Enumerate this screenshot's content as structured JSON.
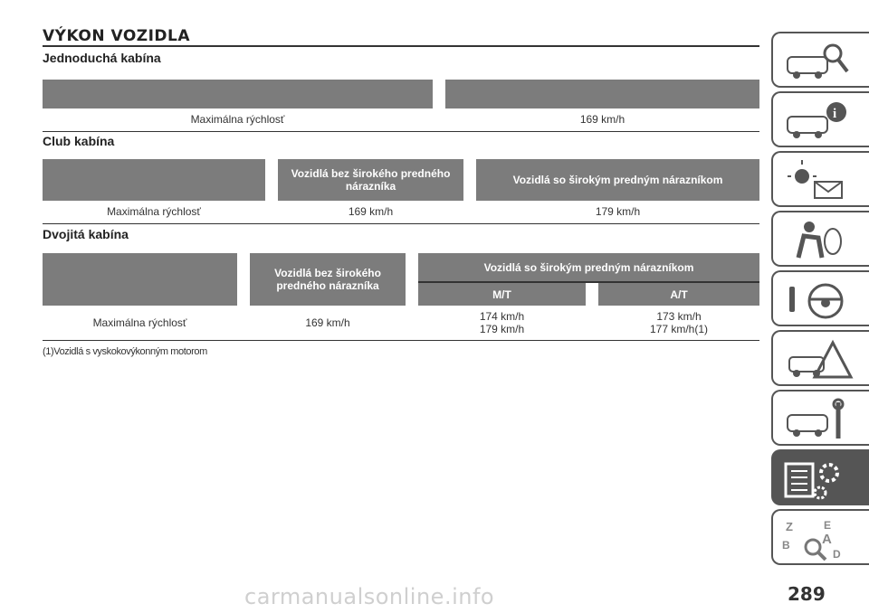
{
  "page_title": "VÝKON VOZIDLA",
  "sections": {
    "single": {
      "heading": "Jednoduchá kabína",
      "row_label": "Maximálna rýchlosť",
      "value": "169 km/h"
    },
    "club": {
      "heading": "Club kabína",
      "col1": "Vozidlá bez širokého predného nárazníka",
      "col2": "Vozidlá so širokým predným nárazníkom",
      "row_label": "Maximálna rýchlosť",
      "value1": "169 km/h",
      "value2": "179 km/h"
    },
    "double": {
      "heading": "Dvojitá kabína",
      "col1": "Vozidlá bez širokého predného nárazníka",
      "col2": "Vozidlá so širokým predným nárazníkom",
      "sub_mt": "M/T",
      "sub_at": "A/T",
      "row_label": "Maximálna rýchlosť",
      "value1": "169 km/h",
      "mt_line1": "174 km/h",
      "mt_line2": "179 km/h",
      "at_line1": "173 km/h",
      "at_line2": "177 km/h",
      "at_note_ref": "(1)"
    }
  },
  "footnote": "(1)Vozidlá s vyskokovýkonným motorom",
  "page_number": "289",
  "watermark": "carmanualsonline.info",
  "sidebar_tabs": [
    {
      "icon": "car-search-icon"
    },
    {
      "icon": "car-info-icon"
    },
    {
      "icon": "warning-lights-icon"
    },
    {
      "icon": "safety-airbag-icon"
    },
    {
      "icon": "steering-key-icon"
    },
    {
      "icon": "car-breakdown-icon"
    },
    {
      "icon": "car-maintenance-icon"
    },
    {
      "icon": "technical-data-icon",
      "active": true
    },
    {
      "icon": "alphabetical-index-icon"
    }
  ],
  "colors": {
    "header_bg": "#7c7c7c",
    "tab_border": "#555555",
    "active_tab": "#555555"
  }
}
